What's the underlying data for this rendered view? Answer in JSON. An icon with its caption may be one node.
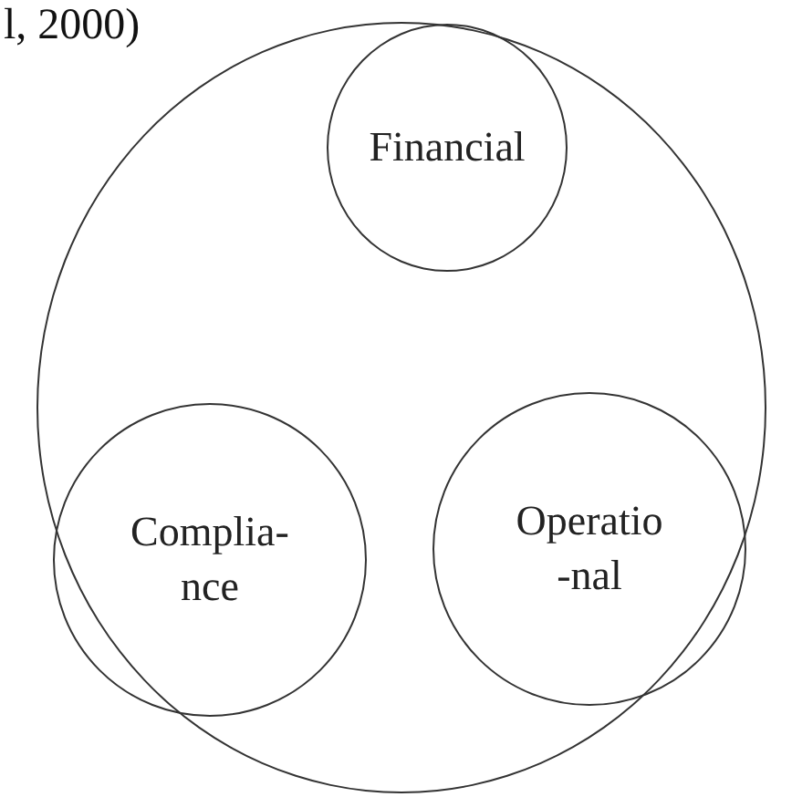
{
  "diagram": {
    "nodes": [
      {
        "text": [],
        "shape": "circle"
      },
      {
        "text": [
          "Financial"
        ],
        "in": 0
      },
      {
        "text": [
          "Complia- nce"
        ],
        "in": 0
      },
      {
        "text": [
          "Operatio -nal"
        ],
        "in": 0
      }
    ],
    "edges": [],
    "labels": [
      "l, 2000)"
    ]
  }
}
